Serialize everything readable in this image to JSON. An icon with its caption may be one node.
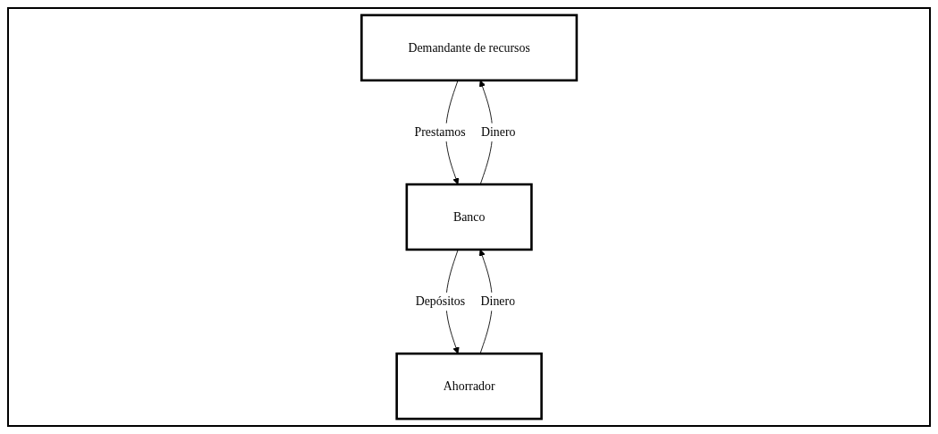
{
  "diagram": {
    "nodes": [
      {
        "text": [
          "Demandante de recursos"
        ]
      },
      {
        "text": [
          "Ahorrador"
        ]
      },
      {
        "text": [
          "Banco"
        ]
      }
    ],
    "edges": [
      {
        "from": 2,
        "to": 0,
        "arrow": "to",
        "label": "Dinero"
      },
      {
        "from": 0,
        "to": 2,
        "arrow": "to",
        "label": "Prestamos"
      },
      {
        "from": 1,
        "to": 2,
        "arrow": "to",
        "label": "Dinero"
      },
      {
        "from": 2,
        "to": 1,
        "arrow": "to",
        "label": "Depósitos"
      }
    ]
  }
}
